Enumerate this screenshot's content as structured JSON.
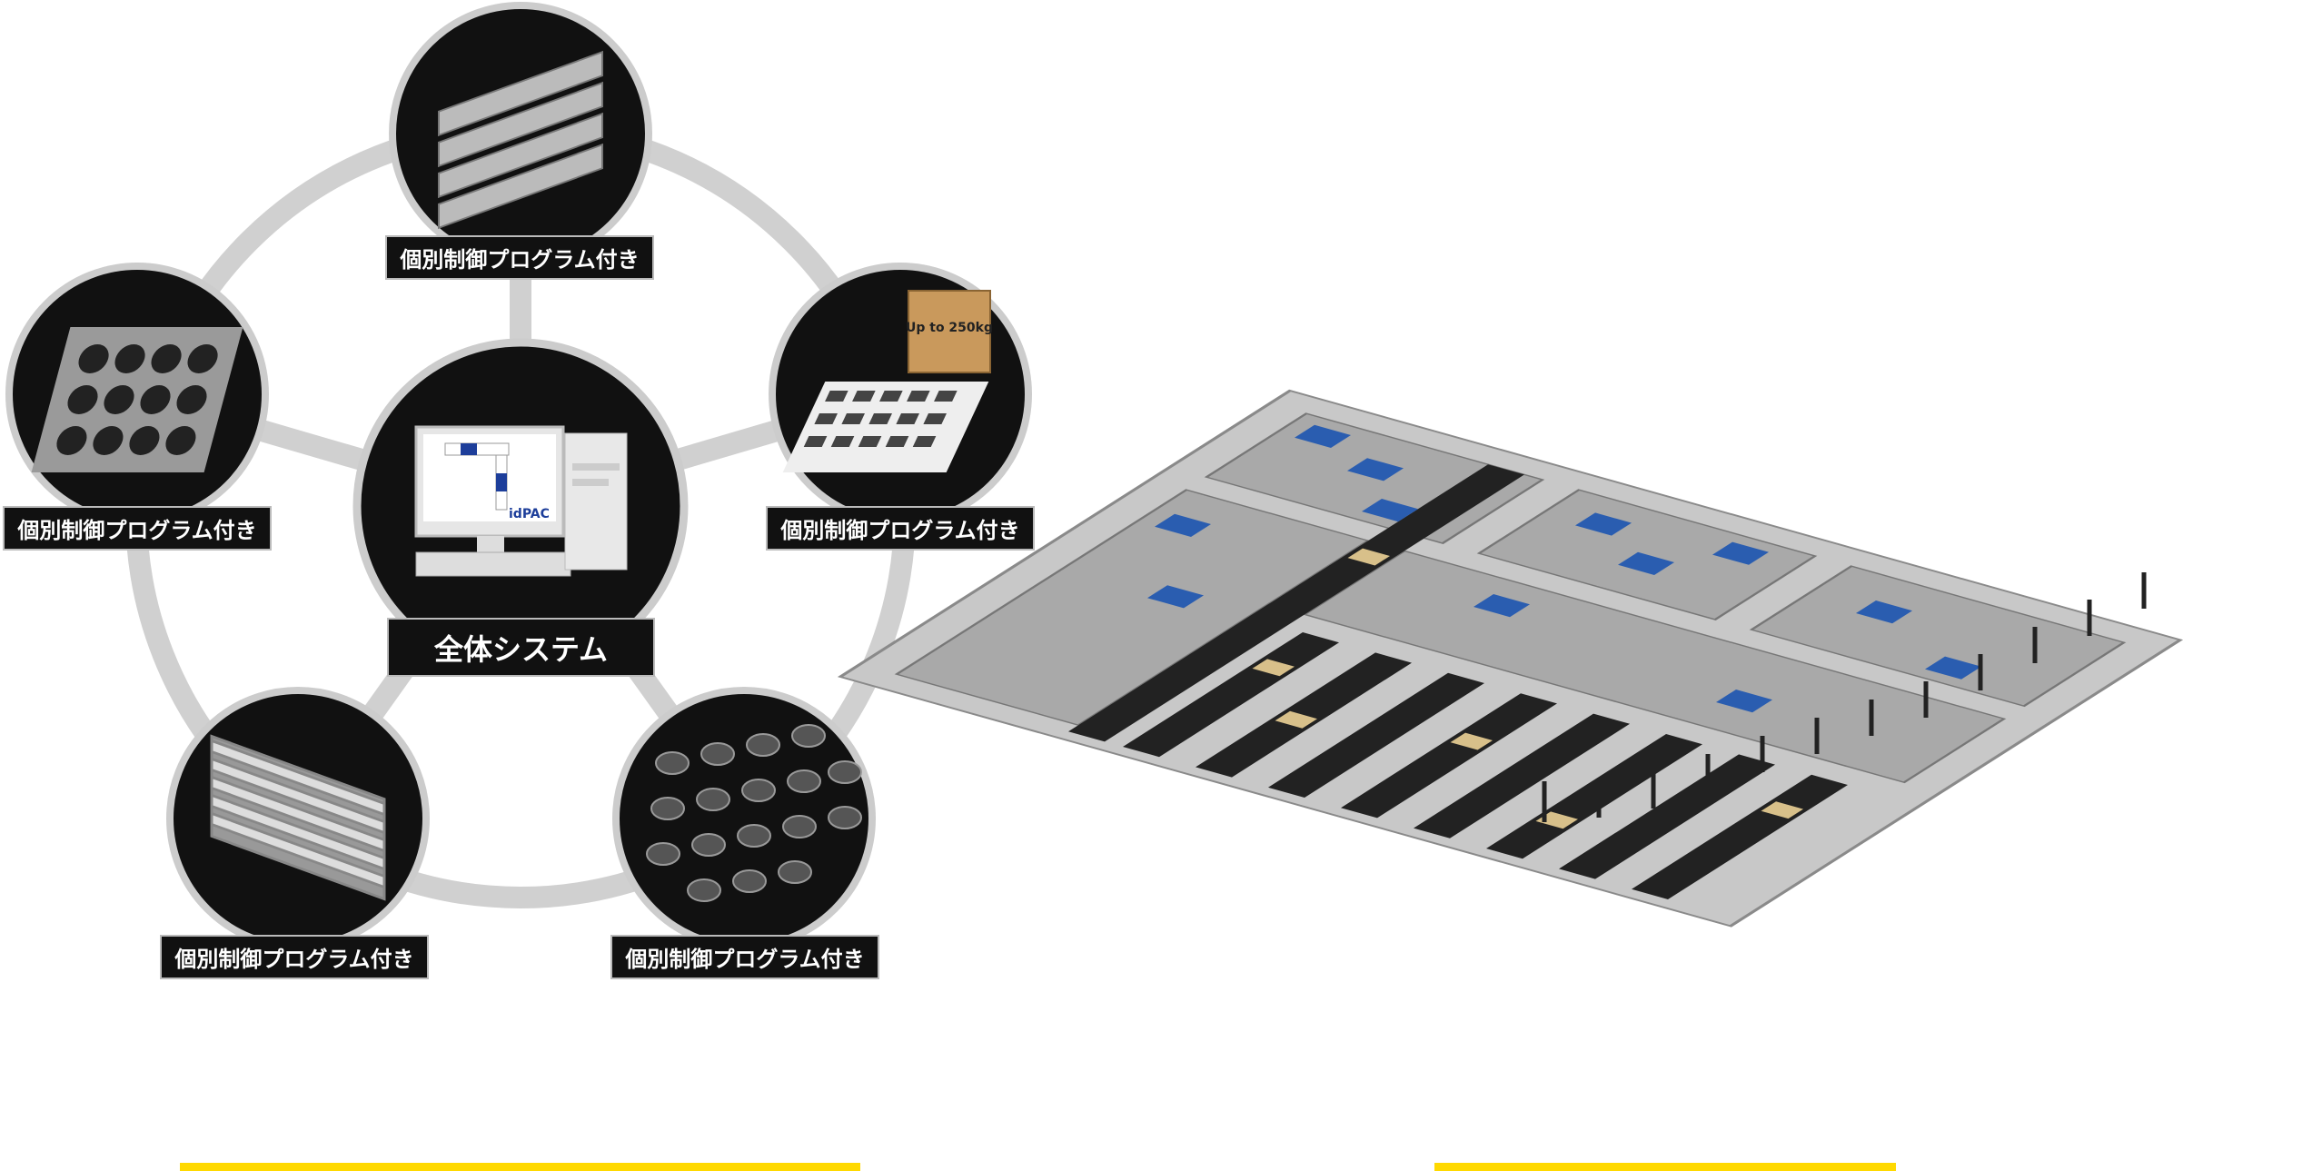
{
  "hub": {
    "label": "全体システム",
    "logo_text": "idPAC"
  },
  "modules": [
    {
      "label": "個別制御プログラム付き"
    },
    {
      "label": "個別制御プログラム付き"
    },
    {
      "label": "個別制御プログラム付き"
    },
    {
      "label": "個別制御プログラム付き"
    },
    {
      "label": "個別制御プログラム付き"
    }
  ],
  "box_text": "Up to 250kg",
  "colors": {
    "ring": "#d0d0d0",
    "circle": "#111111",
    "accent": "#FFD900",
    "tote": "#2a5db0"
  }
}
